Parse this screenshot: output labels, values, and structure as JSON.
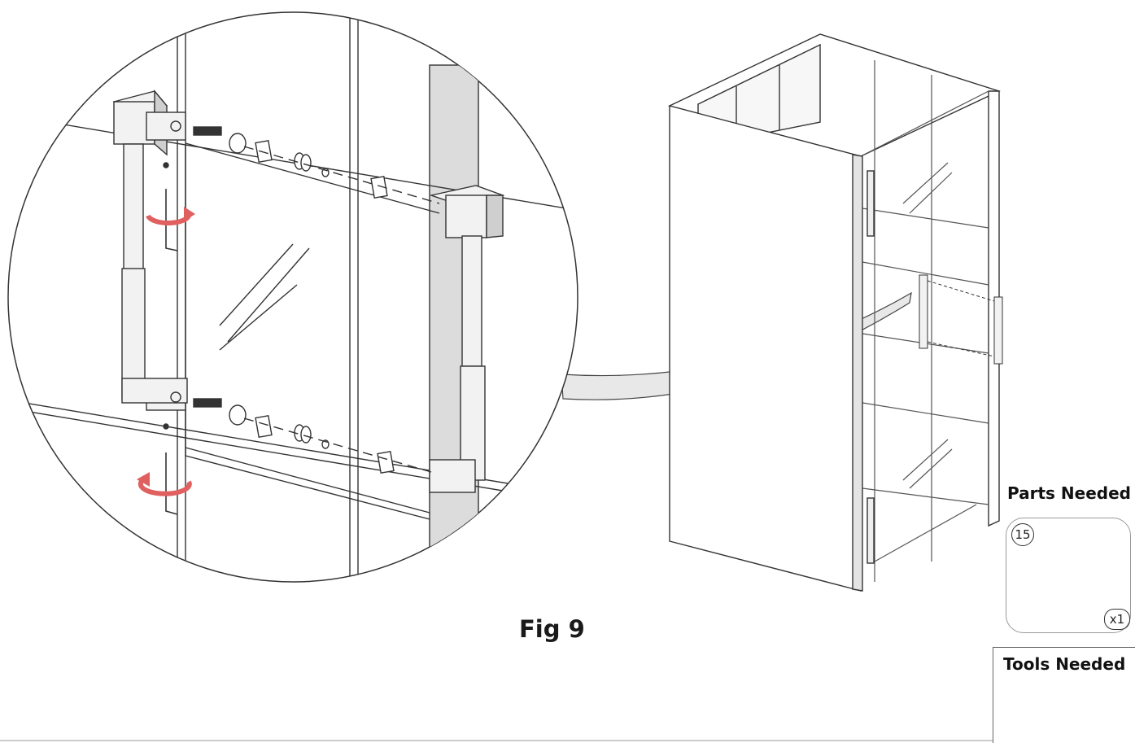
{
  "figure": {
    "label": "Fig 9"
  },
  "parts_needed": {
    "title": "Parts Needed",
    "part_number": "15",
    "quantity": "x1"
  },
  "tools_needed": {
    "title": "Tools Needed"
  },
  "icons": [
    "door-handle-icon",
    "hex-key-icon",
    "rotate-arrow-icon"
  ],
  "colors": {
    "line": "#333333",
    "rotate_arrow": "#e06060",
    "shade": "#dddddd"
  }
}
